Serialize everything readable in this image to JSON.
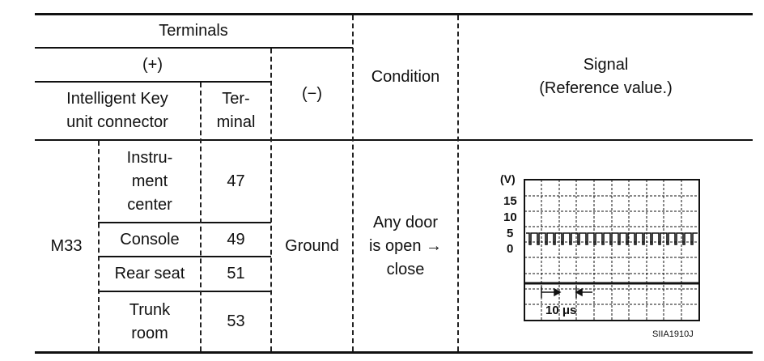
{
  "header": {
    "terminals": "Terminals",
    "plus": "(+)",
    "connector": "Intelligent Key\nunit connector",
    "terminal": "Ter-\nminal",
    "minus": "(−)",
    "condition": "Condition",
    "signal": "Signal\n(Reference value.)"
  },
  "body": {
    "connector": "M33",
    "ground": "Ground",
    "condition": "Any door\nis open →\nclose",
    "rows": [
      {
        "location": "Instru-\nment\ncenter",
        "terminal": "47"
      },
      {
        "location": "Console",
        "terminal": "49"
      },
      {
        "location": "Rear seat",
        "terminal": "51"
      },
      {
        "location": "Trunk\nroom",
        "terminal": "53"
      }
    ]
  },
  "signal_chart": {
    "unit_label": "(V)",
    "y_ticks": [
      "15",
      "10",
      "5",
      "0"
    ],
    "time_label": "10 μs",
    "code": "SIIA1910J"
  }
}
